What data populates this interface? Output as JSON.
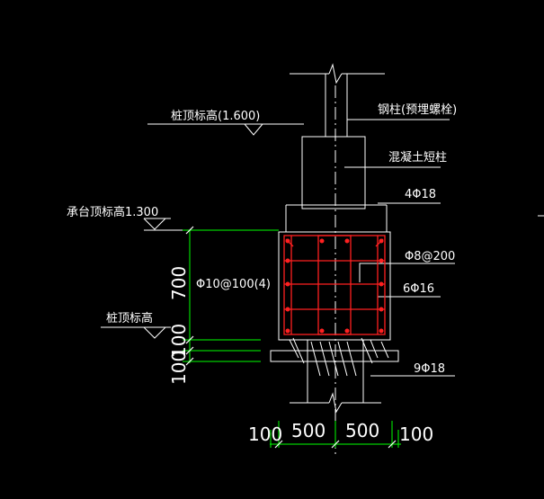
{
  "labels": {
    "pile_top_elev": "桩顶标高(1.600)",
    "steel_column": "钢柱(预埋螺栓)",
    "concrete_short_column": "混凝土短柱",
    "bars_4": "4Φ18",
    "cap_top_elev": "承台顶标高1.300",
    "stirrup_8": "Φ8@200",
    "bars_6": "6Φ16",
    "stirrup_10": "Φ10@100(4)",
    "pile_top": "桩顶标高",
    "bars_9": "9Φ18"
  },
  "dims": {
    "h700": "700",
    "h100a": "100",
    "h100b": "100",
    "w100l": "100",
    "w500l": "500",
    "w500r": "500",
    "w100r": "100"
  },
  "colors": {
    "background": "#000000",
    "outline": "#ffffff",
    "rebar": "#ff2020",
    "dimension": "#00ff00"
  }
}
